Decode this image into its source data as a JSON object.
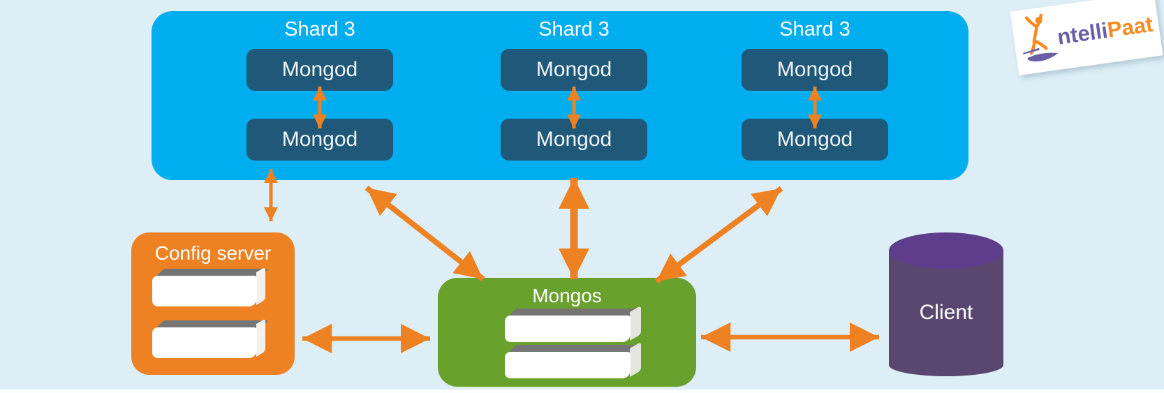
{
  "colors": {
    "background": "#ddeef6",
    "shard_panel": "#00aeef",
    "mongod_node": "#20587a",
    "orange_accent": "#ee8122",
    "mongos_green": "#69a12d",
    "client_body": "#5a4770",
    "client_top": "#5e3d8c",
    "logo_purple": "#6a5fa7",
    "logo_orange": "#f68b1f"
  },
  "shard_panel": {
    "shards": [
      {
        "label": "Shard 3",
        "nodes": [
          "Mongod",
          "Mongod"
        ]
      },
      {
        "label": "Shard 3",
        "nodes": [
          "Mongod",
          "Mongod"
        ]
      },
      {
        "label": "Shard 3",
        "nodes": [
          "Mongod",
          "Mongod"
        ]
      }
    ]
  },
  "config_server": {
    "label": "Config server",
    "disk_count": 2
  },
  "mongos": {
    "label": "Mongos",
    "disk_count": 2
  },
  "client": {
    "label": "Client"
  },
  "logo": {
    "brand": "IntelliPaat",
    "text_prefix": "ntelli",
    "text_suffix": "Paat"
  },
  "connections": [
    {
      "from": "shard-1-mongod-top",
      "to": "shard-1-mongod-bottom",
      "bidirectional": true
    },
    {
      "from": "shard-2-mongod-top",
      "to": "shard-2-mongod-bottom",
      "bidirectional": true
    },
    {
      "from": "shard-3-mongod-top",
      "to": "shard-3-mongod-bottom",
      "bidirectional": true
    },
    {
      "from": "config-server",
      "to": "shard-panel",
      "bidirectional": true
    },
    {
      "from": "shard-panel-left",
      "to": "mongos",
      "bidirectional": true
    },
    {
      "from": "shard-panel-center",
      "to": "mongos",
      "bidirectional": true
    },
    {
      "from": "shard-panel-right",
      "to": "mongos",
      "bidirectional": true
    },
    {
      "from": "config-server",
      "to": "mongos",
      "bidirectional": true
    },
    {
      "from": "mongos",
      "to": "client",
      "bidirectional": true
    }
  ]
}
